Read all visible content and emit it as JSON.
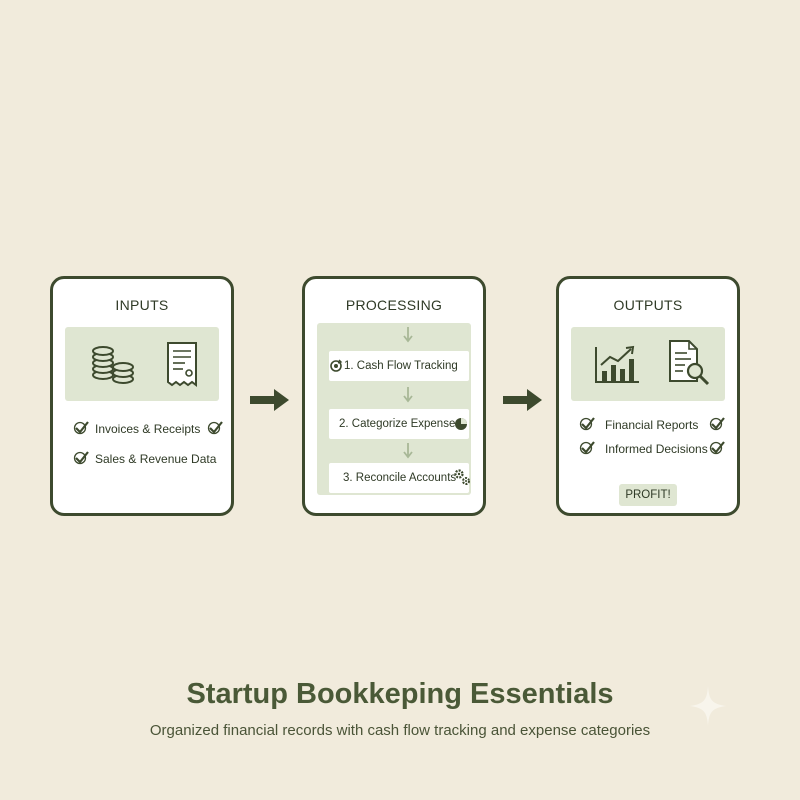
{
  "inputs": {
    "title": "INPUTS",
    "items": [
      "Invoices & Receipts",
      "Sales & Revenue Data"
    ]
  },
  "processing": {
    "title": "PROCESSING",
    "steps": [
      "1. Cash Flow Tracking",
      "2. Categorize Expenses",
      "3. Reconcile Accounts"
    ]
  },
  "outputs": {
    "title": "OUTPUTS",
    "items": [
      "Financial Reports",
      "Informed Decisions"
    ],
    "badge": "PROFIT!"
  },
  "footer": {
    "title": "Startup Bookkeping Essentials",
    "subtitle": "Organized financial records with cash flow tracking and expense categories"
  },
  "colors": {
    "background": "#f1ebdc",
    "panel_border": "#3d4a2e",
    "icon_box": "#dfe6d2",
    "title_text": "#4a5937"
  },
  "icons": [
    "coins-icon",
    "receipt-icon",
    "cycle-icon",
    "pie-chart-icon",
    "gears-icon",
    "bar-chart-icon",
    "report-search-icon",
    "check-icon",
    "sparkle-icon"
  ]
}
